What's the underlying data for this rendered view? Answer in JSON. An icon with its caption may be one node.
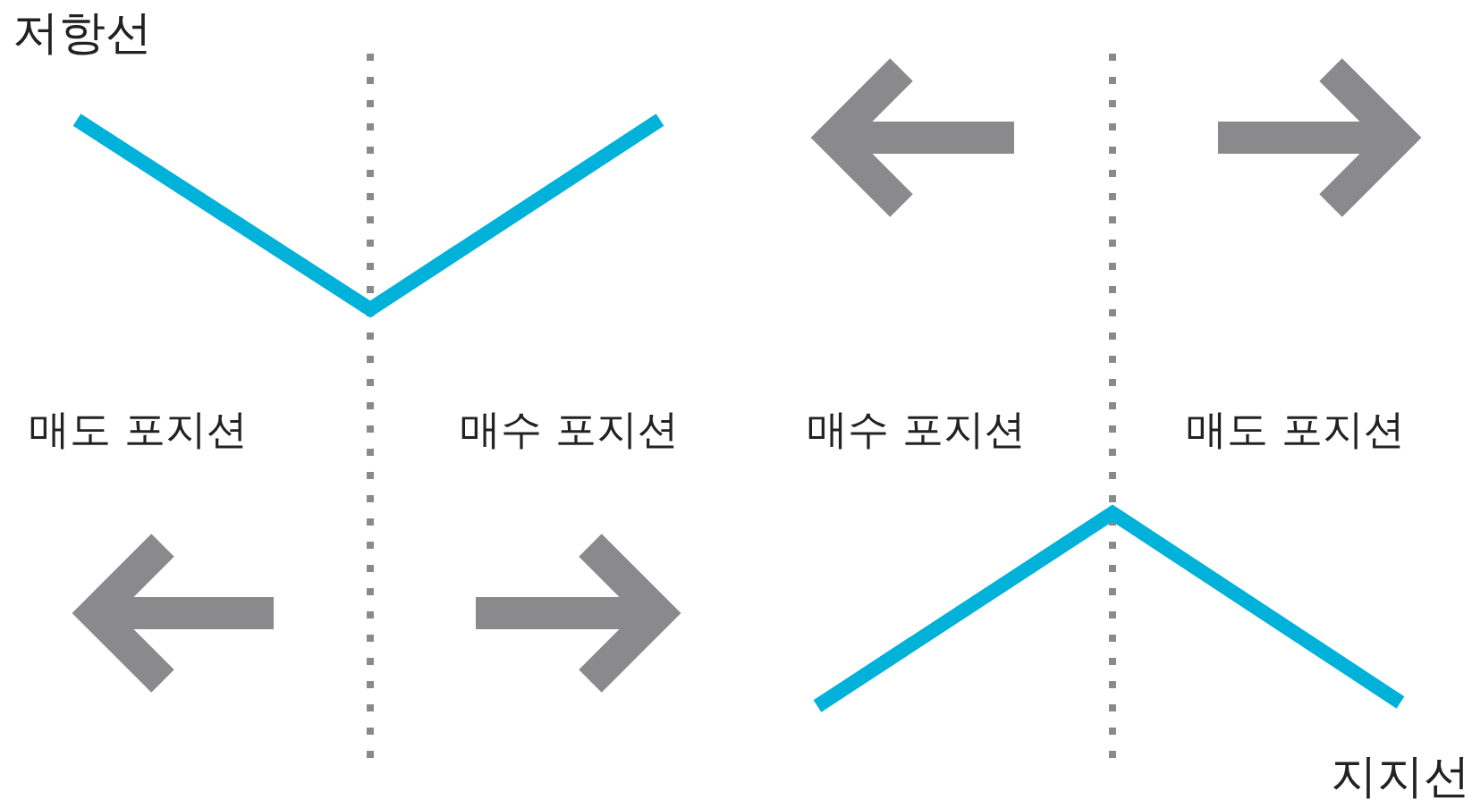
{
  "diagram": {
    "labels": [
      "저항선",
      "매도 포지션",
      "매수 포지션",
      "매수 포지션",
      "매도 포지션",
      "지지선"
    ]
  }
}
